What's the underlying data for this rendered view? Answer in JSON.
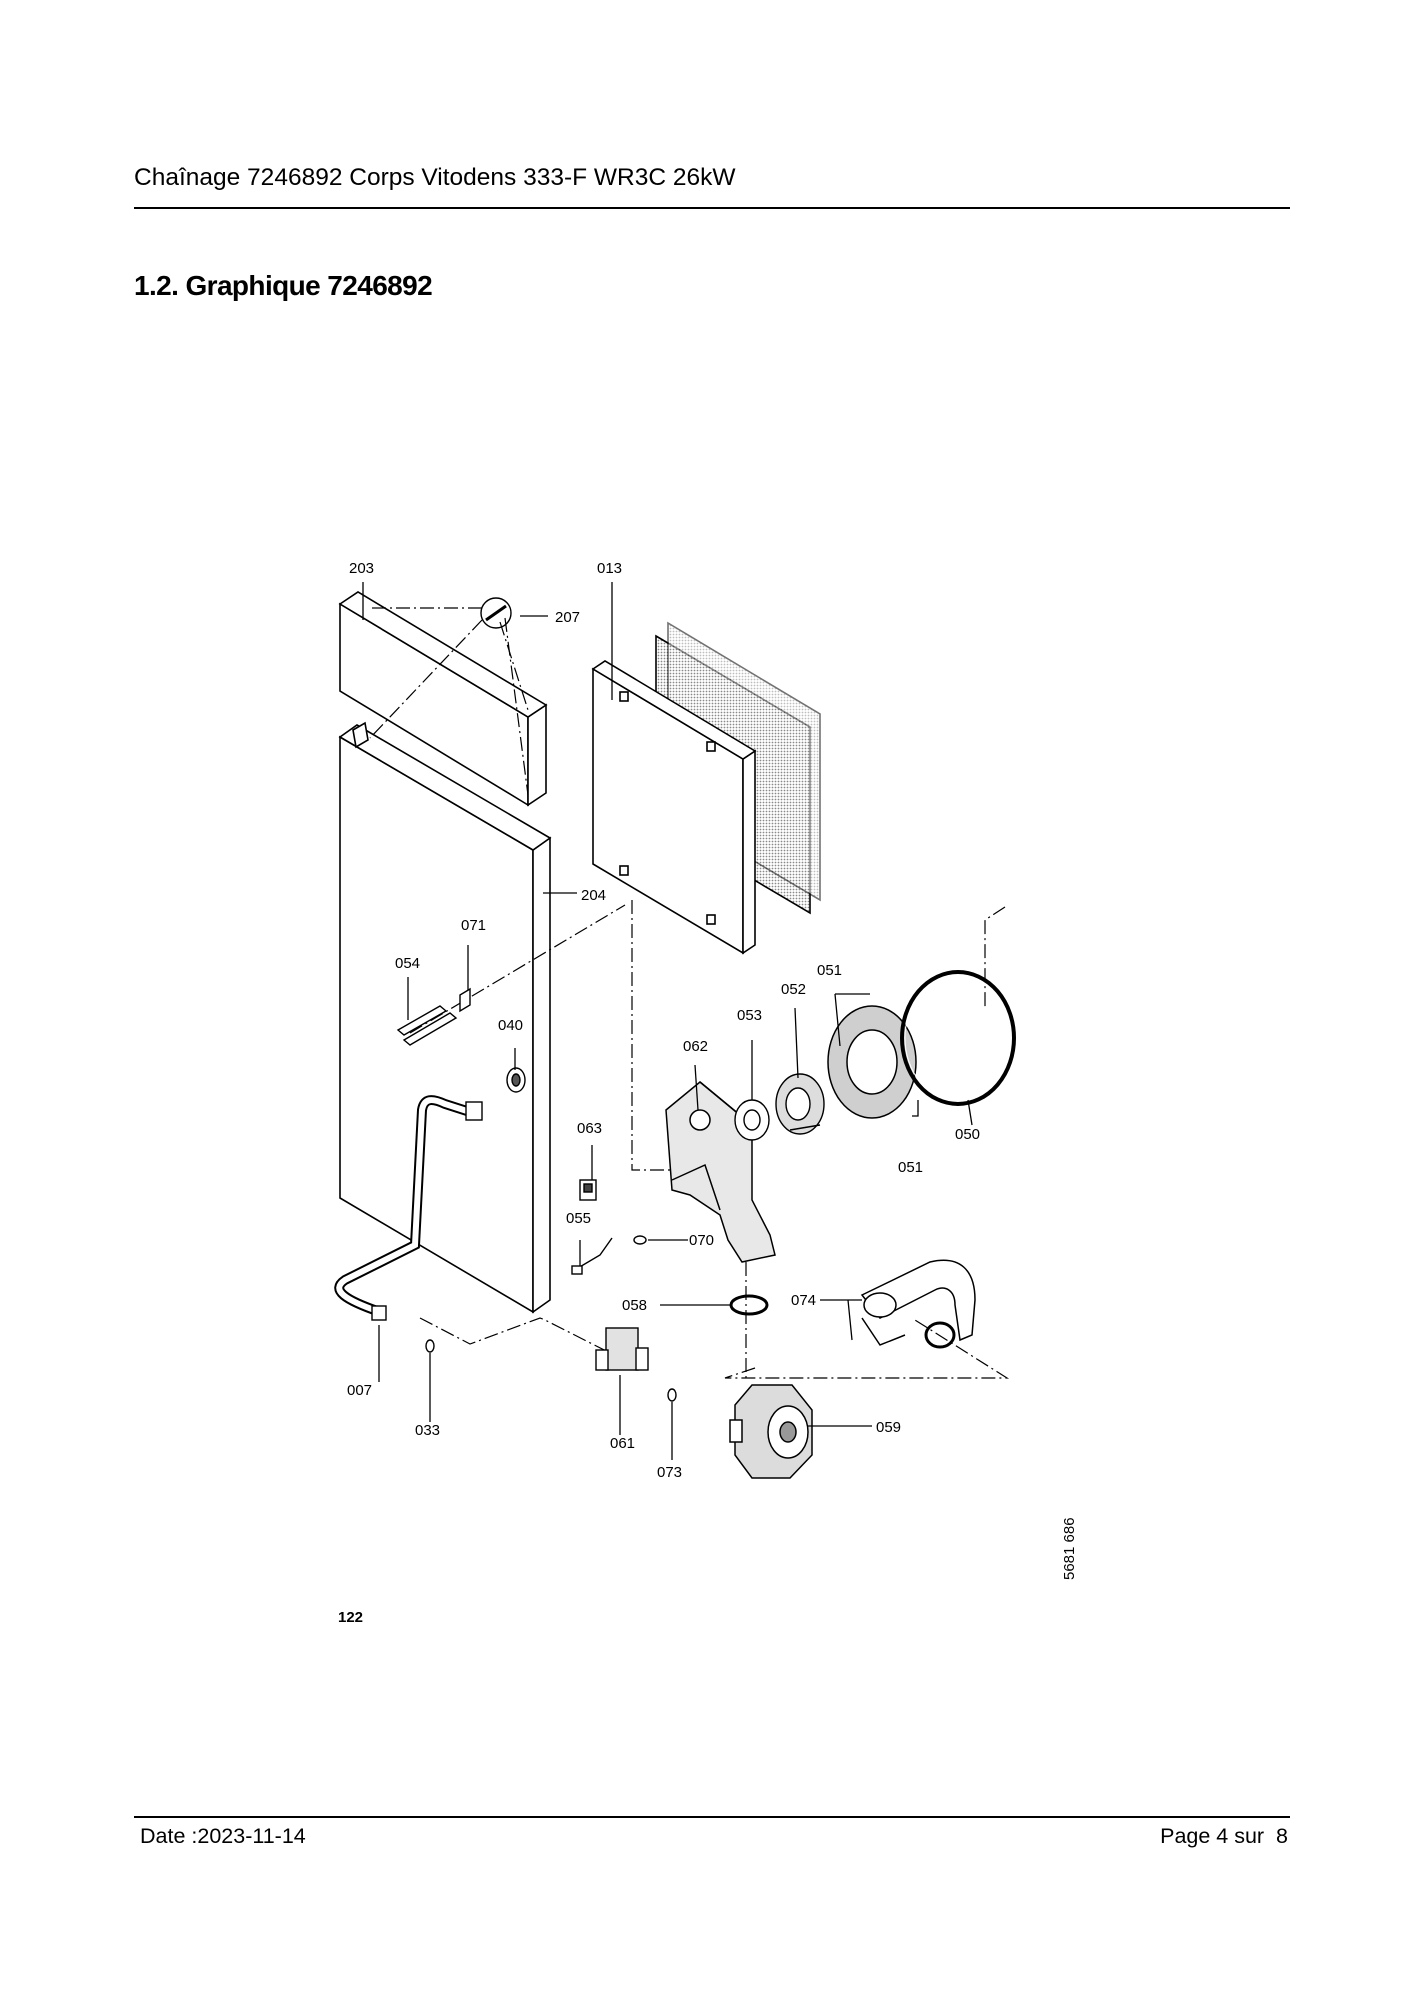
{
  "header": {
    "title": "Chaînage 7246892 Corps Vitodens 333-F WR3C 26kW"
  },
  "section": {
    "heading": "1.2. Graphique 7246892"
  },
  "diagram": {
    "part_labels": [
      "203",
      "013",
      "207",
      "204",
      "071",
      "054",
      "040",
      "051",
      "052",
      "053",
      "062",
      "050",
      "063",
      "051",
      "055",
      "070",
      "074",
      "058",
      "007",
      "033",
      "061",
      "073",
      "059"
    ],
    "drawing_number": "5681 686",
    "figure_number": "122"
  },
  "footer": {
    "date": "Date :2023-11-14",
    "page": "Page 4 sur  8"
  }
}
